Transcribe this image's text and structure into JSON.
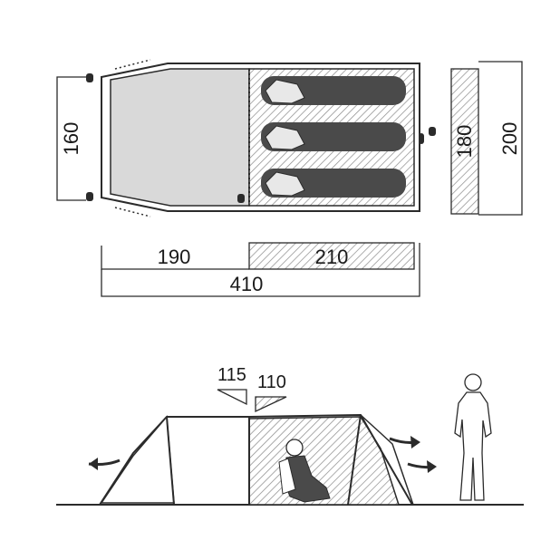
{
  "floor_plan": {
    "dimensions": {
      "width_outer": "160",
      "bedroom_depth": "180",
      "total_depth": "200",
      "living_length": "190",
      "bedroom_length": "210",
      "total_length": "410"
    }
  },
  "side_view": {
    "heights": {
      "living_height": "115",
      "bedroom_height": "110"
    }
  },
  "colors": {
    "outline": "#2b2b2b",
    "floor_fill": "#d9d9d9",
    "sleeping_bag": "#4a4a4a",
    "hatch": "#7a7a7a"
  }
}
